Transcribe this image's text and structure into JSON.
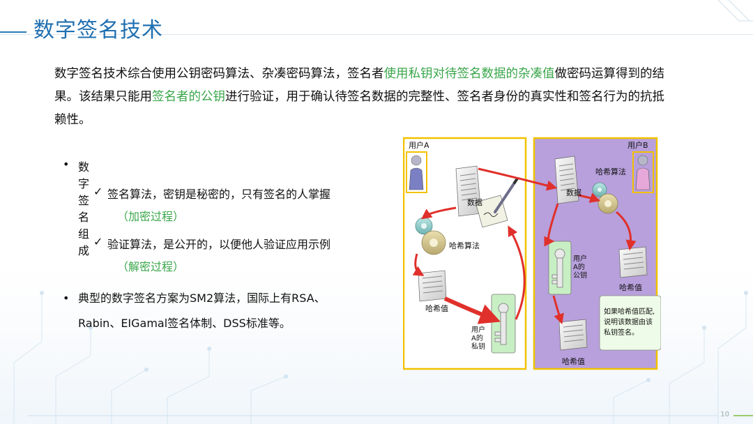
{
  "page": {
    "title": "数字签名技术",
    "page_number": "10"
  },
  "intro": {
    "part1": "数字签名技术综合使用公钥密码算法、杂凑密码算法，签名者",
    "hl1": "使用私钥对待签名数据的杂凑值",
    "part2": "做密码运算得到的结果。该结果只能用",
    "hl2": "签名者的公钥",
    "part3": "进行验证，用于确认待签名数据的完整性、签名者身份的真实性和签名行为的抗抵赖性。"
  },
  "bullets": {
    "dot": "•",
    "check": "✓",
    "item1": "数字签名组成",
    "sub1": "签名算法，密钥是秘密的，只有签名的人掌握",
    "sub1_paren": "（加密过程）",
    "sub2": "验证算法，是公开的，以便他人验证应用示例",
    "sub2_paren": "（解密过程）",
    "item2": "典型的数字签名方案为SM2算法，国际上有RSA、Rabin、EIGamal签名体制、DSS标准等。"
  },
  "diagram": {
    "user_a": "用户A",
    "user_b": "用户B",
    "data_a": "数据",
    "data_b": "数据",
    "hash_alg_a": "哈希算法",
    "hash_alg_b": "哈希算法",
    "hash_val_a": "哈希值",
    "hash_val_b1": "哈希值",
    "hash_val_b2": "哈希值",
    "private_key": [
      "用户",
      "A的",
      "私钥"
    ],
    "public_key": [
      "用户",
      "A的",
      "公钥"
    ],
    "note": [
      "如果哈希值匹配,",
      "说明该数据由该",
      "私钥签名。"
    ],
    "colors": {
      "border": "#f2c200",
      "panel_b": "#b8a0dc",
      "arrow": "#e0302b",
      "key_fill": "#c8efc4",
      "note_fill": "#eefbe8"
    }
  }
}
